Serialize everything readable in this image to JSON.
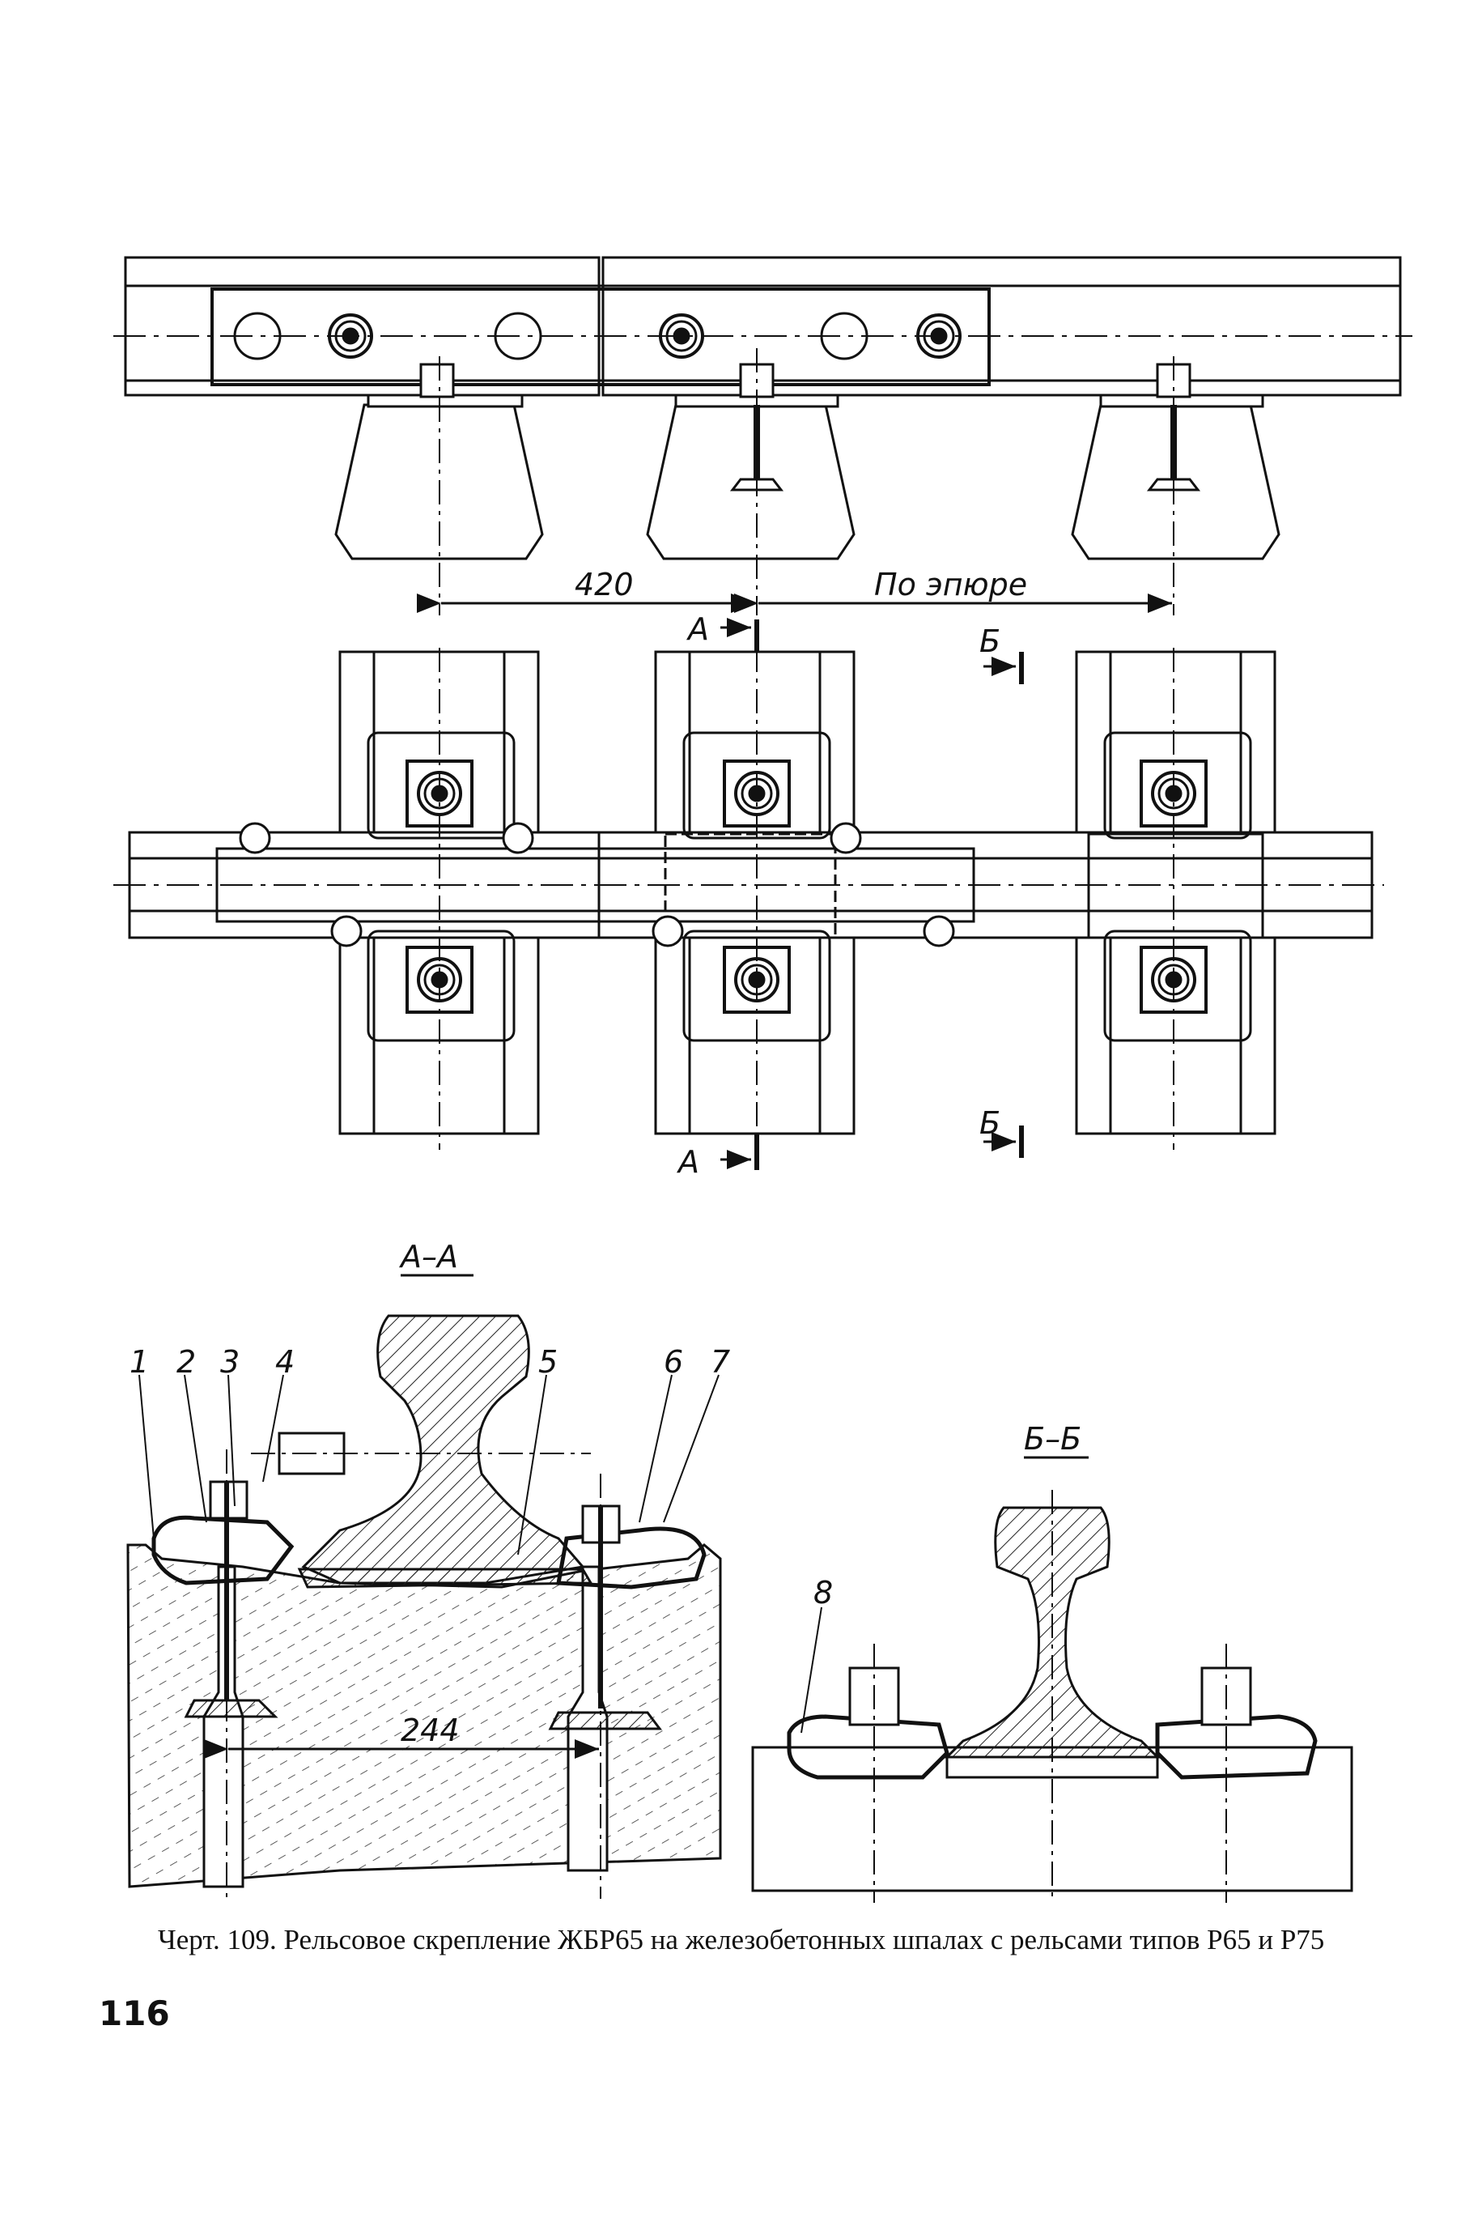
{
  "figure": {
    "dimensions": {
      "sleeper_spacing": "420",
      "other_spacing": "По эпюре",
      "bolt_distance": "244"
    },
    "section_marks": {
      "a": "А",
      "b": "Б"
    },
    "section_titles": {
      "aa": "А–А",
      "bb": "Б–Б"
    },
    "part_numbers": [
      "1",
      "2",
      "3",
      "4",
      "5",
      "6",
      "7",
      "8"
    ]
  },
  "caption": "Черт. 109. Рельсовое скрепление ЖБР65 на железобетонных шпалах с рельсами типов Р65 и Р75",
  "page_number": "116"
}
